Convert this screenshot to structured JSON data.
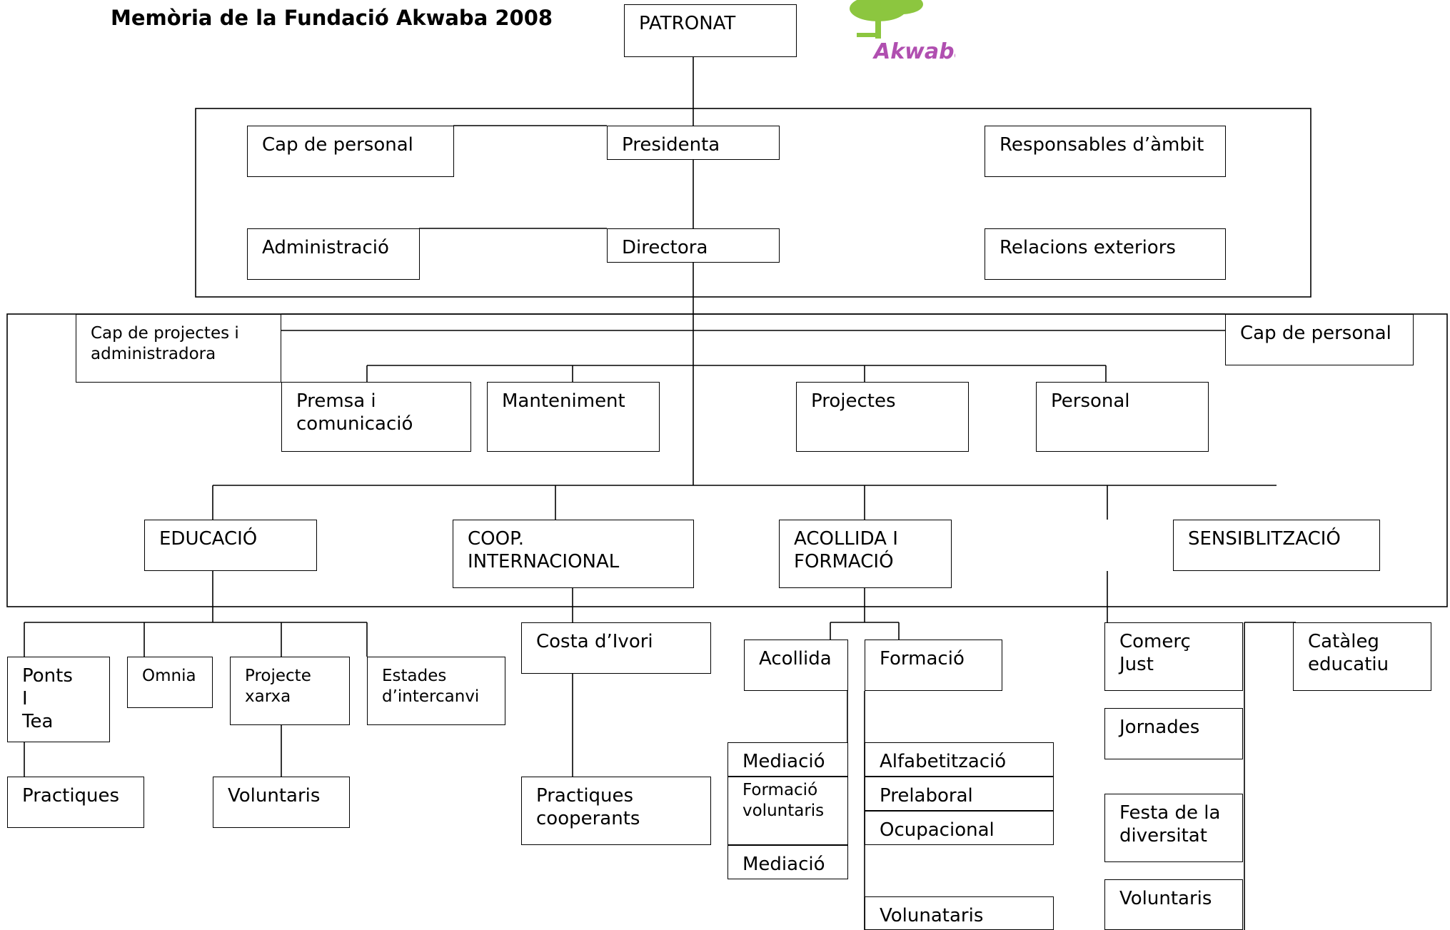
{
  "title": "Memòria de la Fundació Akwaba 2008",
  "logo": {
    "text": "Akwaba",
    "tree_color": "#8cc63f",
    "text_color": "#b04fb0"
  },
  "boxes": {
    "patronat": "PATRONAT",
    "cap_personal_top": "Cap de personal",
    "presidenta": "Presidenta",
    "responsables": "Responsables d’àmbit",
    "administracio": "Administració",
    "directora": "Directora",
    "relacions": "Relacions exteriors",
    "cap_projectes": "Cap de projectes i\nadministradora",
    "cap_personal_right": "Cap de personal",
    "premsa": "Premsa i\ncomunicació",
    "manteniment": "Manteniment",
    "projectes": "Projectes",
    "personal": "Personal",
    "educacio": "EDUCACIÓ",
    "coop": "COOP.\nINTERNACIONAL",
    "acollida_formacio": "ACOLLIDA I\nFORMACIÓ",
    "sensiblitzacio": "SENSIBLITZACIÓ",
    "ponts": "Ponts\n  I\nTea",
    "omnia": "Omnia",
    "projecte_xarxa": "Projecte\nxarxa",
    "estades": "Estades\nd’intercanvi",
    "practiques": "Practiques",
    "voluntaris_edu": "Voluntaris",
    "costa": "Costa d’Ivori",
    "practiques_coop": "Practiques\ncooperants",
    "acollida": "Acollida",
    "formacio": "Formació",
    "mediacio1": "Mediació",
    "formacio_vol": "Formació\nvoluntaris",
    "mediacio2": "Mediació",
    "alfabetitzacio": "Alfabetització",
    "prelaboral": "Prelaboral",
    "ocupacional": "Ocupacional",
    "volunataris": "Volunataris",
    "comerc": "Comerç\nJust",
    "cataleg": "Catàleg\neducatiu",
    "jornades": "Jornades",
    "festa": "Festa de la\ndiversitat",
    "voluntaris_sens": "Voluntaris"
  }
}
